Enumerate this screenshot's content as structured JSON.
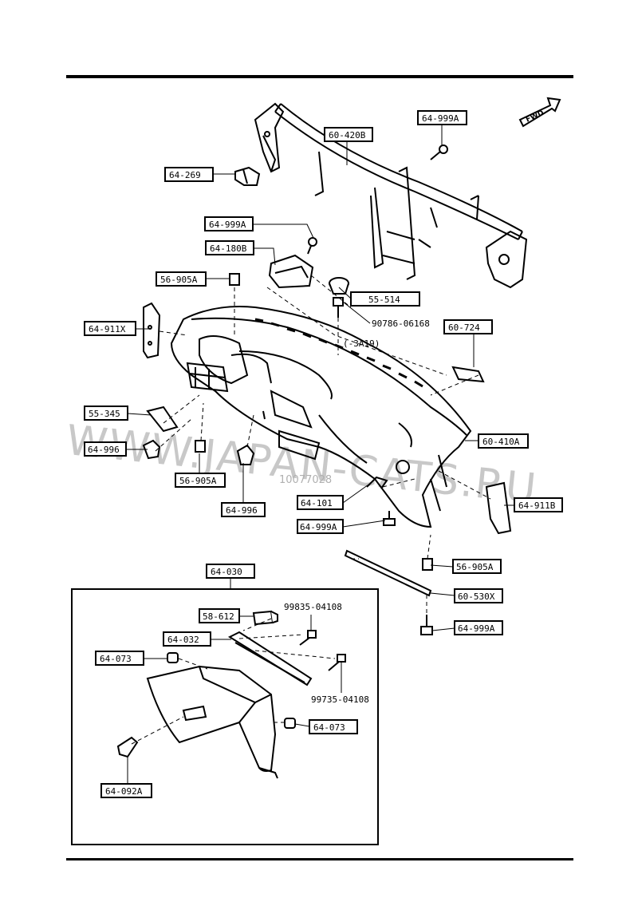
{
  "diagram": {
    "watermark": "WWW.JAPAN-CATS.RU",
    "watermark_id": "10077028",
    "fwd_label": "FWD",
    "labels": {
      "l64_999A_top": "64-999A",
      "l60_420B": "60-420B",
      "l64_269": "64-269",
      "l64_999A_mid": "64-999A",
      "l64_180B": "64-180B",
      "l56_905A_top": "56-905A",
      "l55_514": "55-514",
      "l90786": "90786-06168",
      "l3A19": "(-3A19)",
      "l60_724": "60-724",
      "l64_911X": "64-911X",
      "l55_345": "55-345",
      "l64_996_left": "64-996",
      "l56_905A_mid": "56-905A",
      "l64_996_bot": "64-996",
      "l60_410A": "60-410A",
      "l64_101": "64-101",
      "l64_911B": "64-911B",
      "l64_999A_low": "64-999A",
      "l56_905A_right": "56-905A",
      "l60_530X": "60-530X",
      "l64_999A_bot": "64-999A",
      "l64_030": "64-030",
      "l58_612": "58-612",
      "l99835": "99835-04108",
      "l64_032": "64-032",
      "l64_073_left": "64-073",
      "l99735": "99735-04108",
      "l64_073_right": "64-073",
      "l64_092A": "64-092A"
    }
  }
}
